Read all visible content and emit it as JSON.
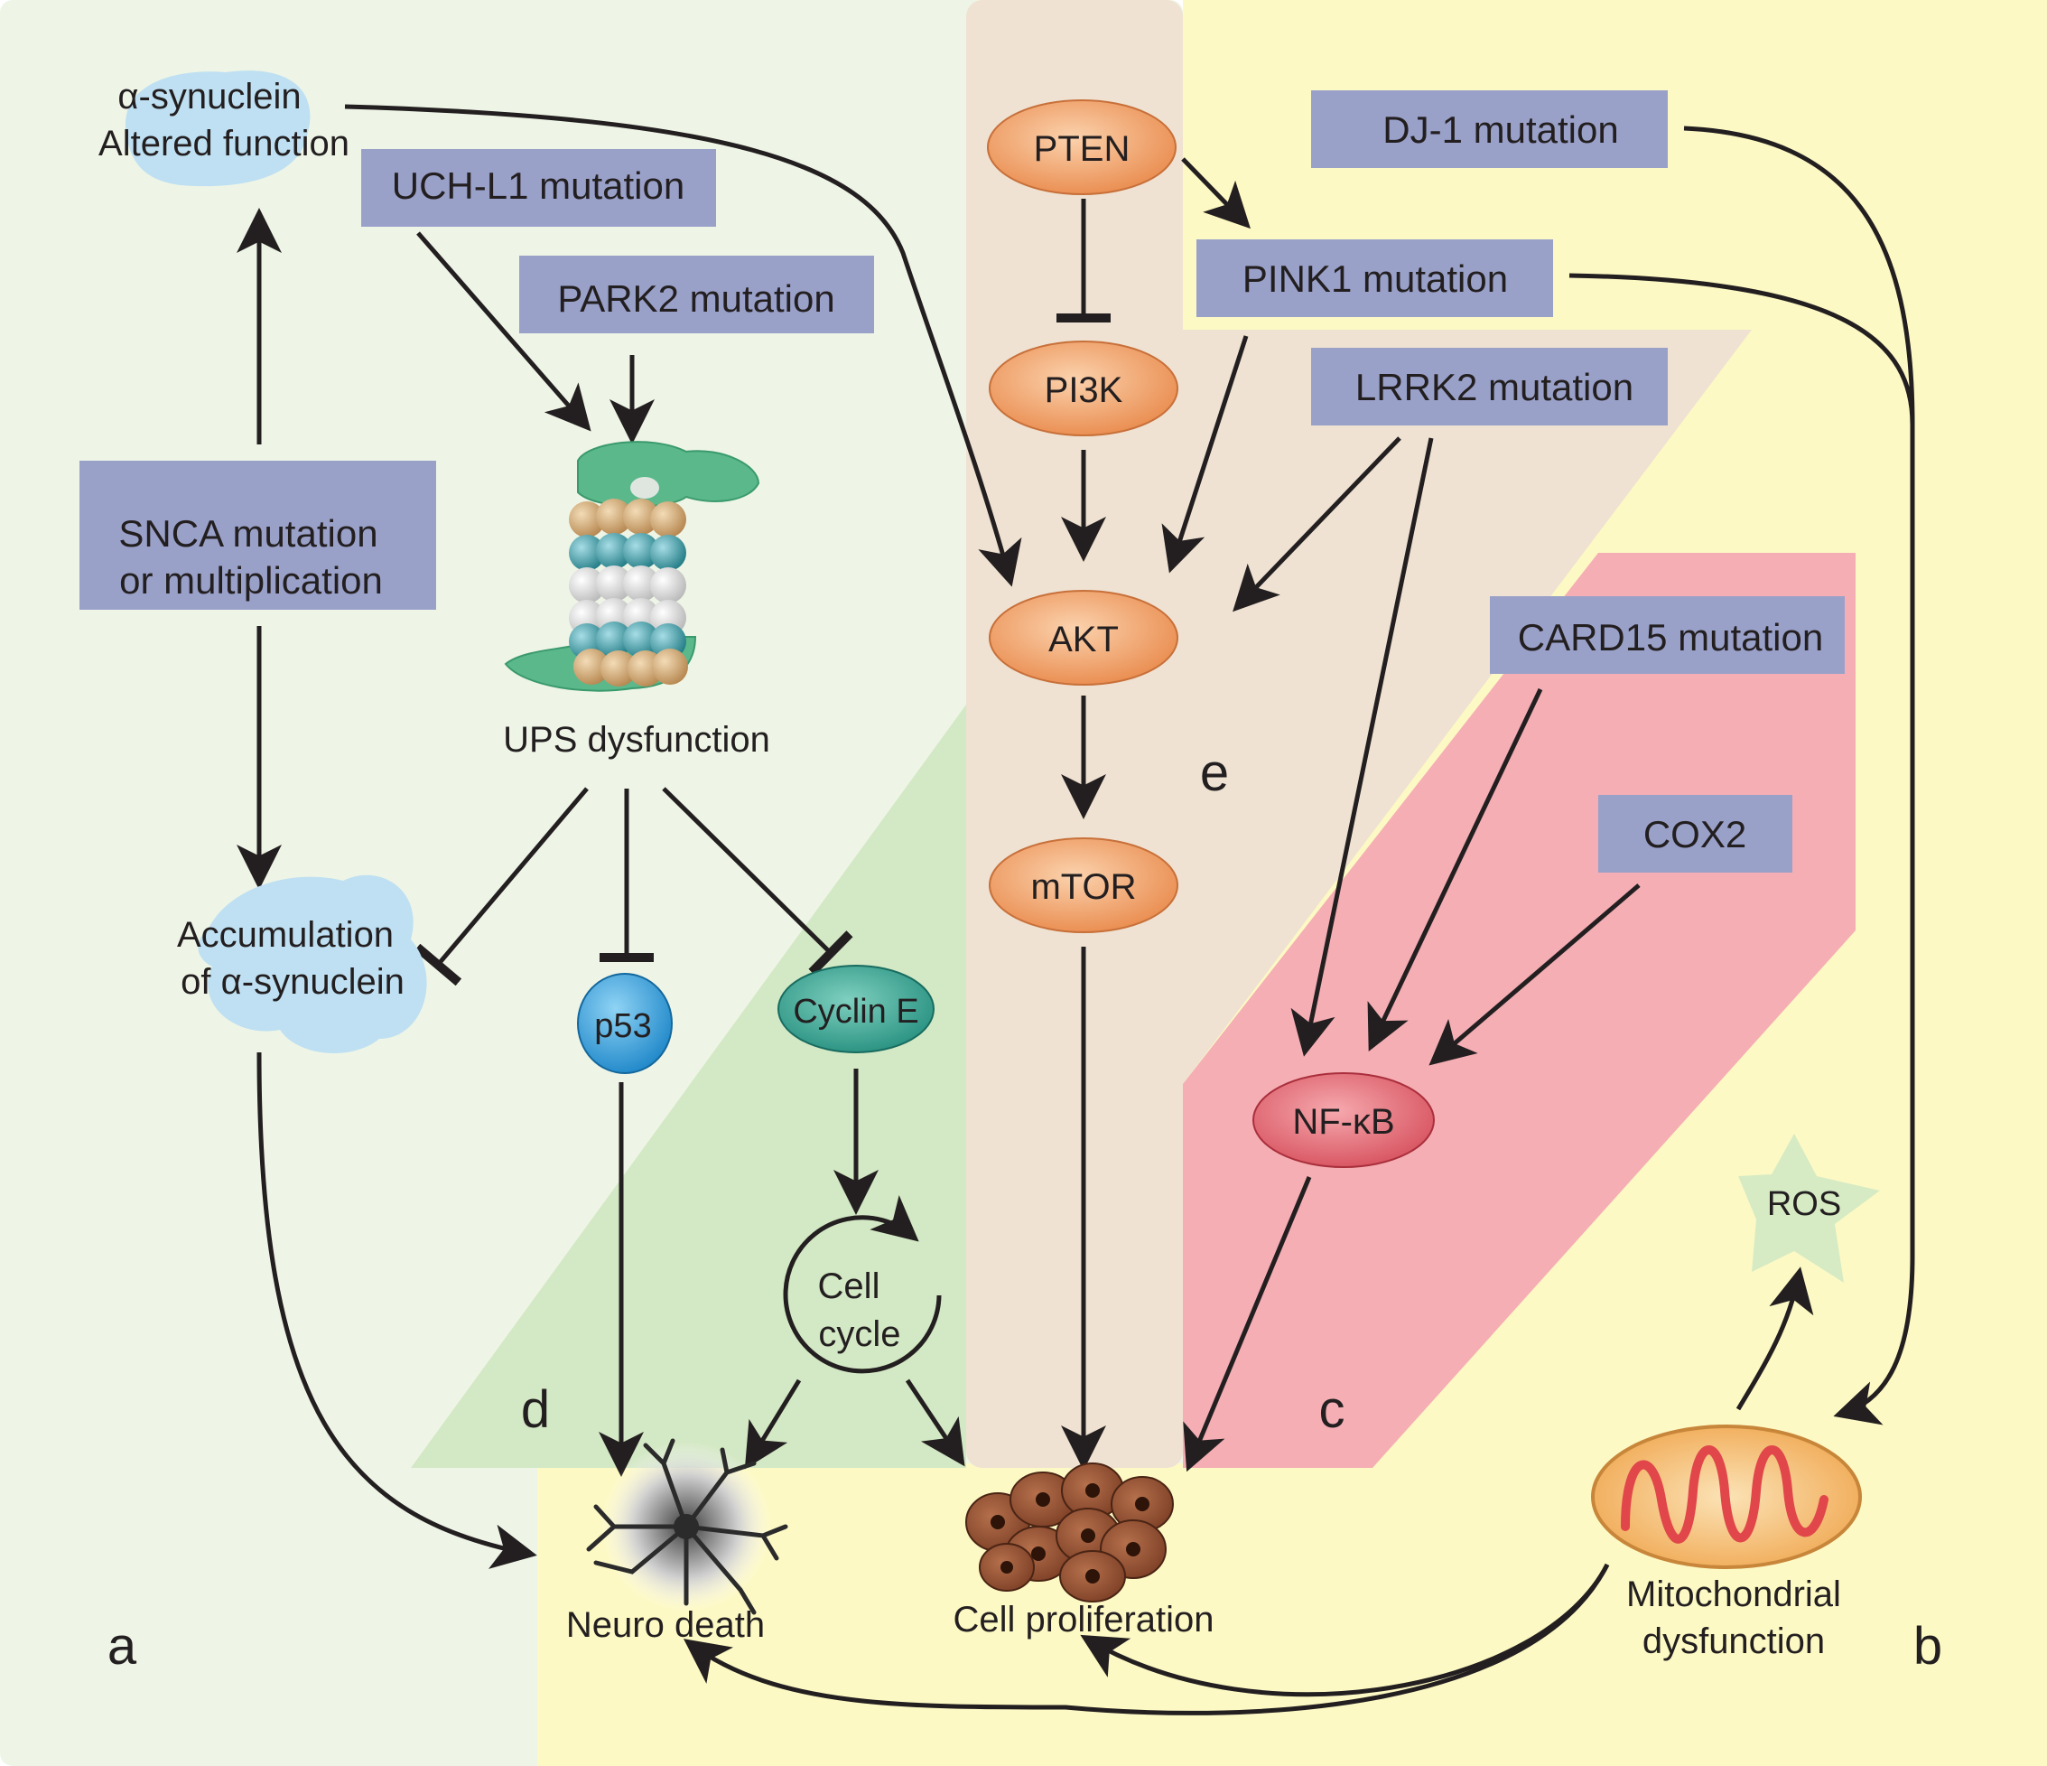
{
  "gene_boxes": {
    "uch_l1": "UCH-L1 mutation",
    "park2": "PARK2 mutation",
    "snca_line1": "SNCA mutation",
    "snca_line2": "or multiplication",
    "dj1": "DJ-1 mutation",
    "pink1": "PINK1 mutation",
    "lrrk2": "LRRK2 mutation",
    "card15": "CARD15 mutation",
    "cox2": "COX2"
  },
  "nodes": {
    "alpha_syn_line1": "α-synuclein",
    "alpha_syn_line2": "Altered function",
    "ups": "UPS dysfunction",
    "accum_line1": "Accumulation",
    "accum_line2": "of  α-synuclein",
    "p53": "p53",
    "cyclin_e": "Cyclin E",
    "cell_cycle_line1": "Cell",
    "cell_cycle_line2": "cycle",
    "pten": "PTEN",
    "pi3k": "PI3K",
    "akt": "AKT",
    "mtor": "mTOR",
    "nfkb": "NF-κB",
    "ros": "ROS",
    "neuro_death": "Neuro death",
    "cell_proliferation": "Cell proliferation",
    "mito_line1": "Mitochondrial",
    "mito_line2": "dysfunction"
  },
  "panel_labels": {
    "a": "a",
    "b": "b",
    "c": "c",
    "d": "d",
    "e": "e"
  },
  "colors": {
    "panel_a_bg": "#eef5e6",
    "panel_b_bg": "#fdf9c4",
    "panel_center_bg": "#efe2d2",
    "panel_c_bg": "#f5aeb4",
    "panel_d_bg": "#d3e8c4",
    "gene_box": "#9aa1c9",
    "orange_node": "#f0a673",
    "p53_node": "#2f9fdc",
    "cyclin_node": "#2f9c8d",
    "nfkb_node": "#e0606c",
    "alpha_syn_blob": "#bfe0f2",
    "arrow": "#231f20"
  }
}
